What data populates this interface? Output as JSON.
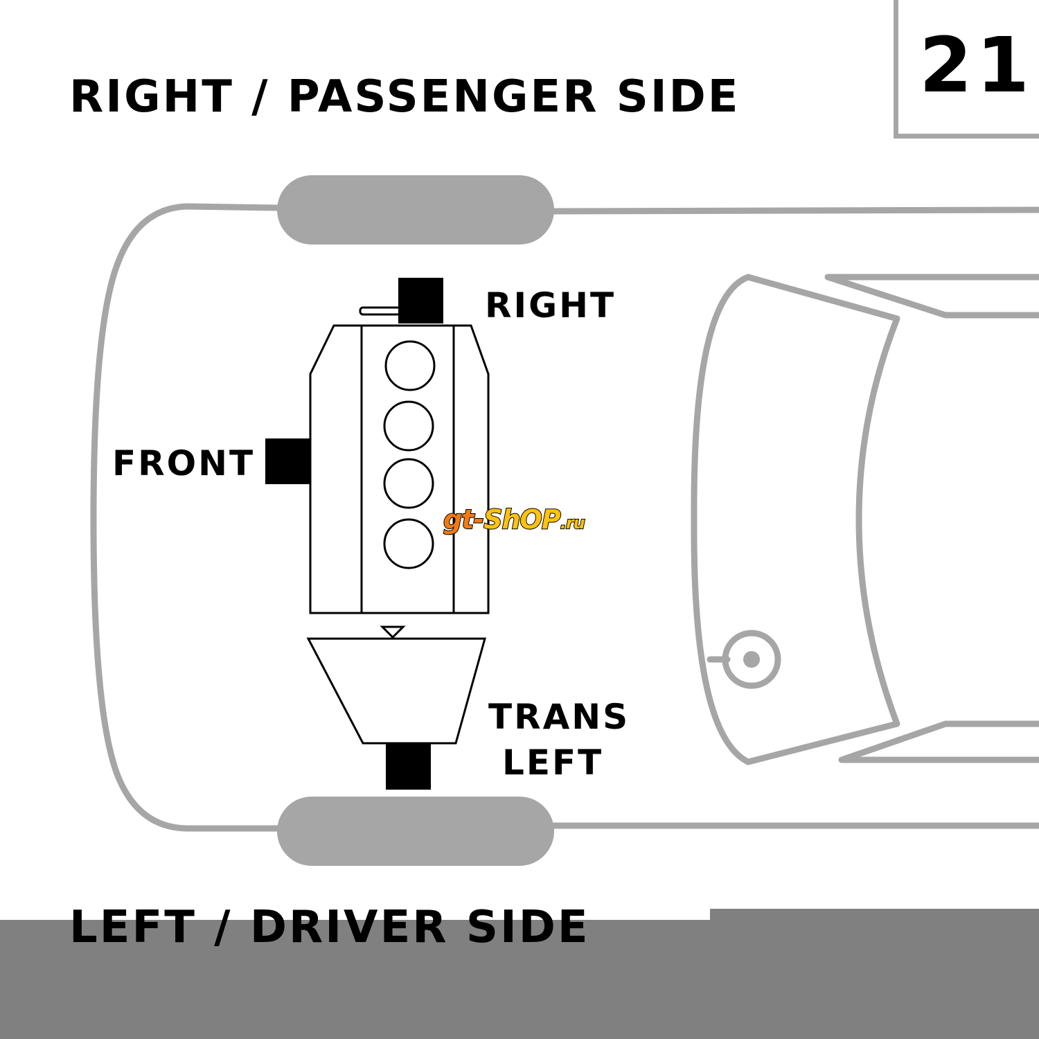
{
  "header": {
    "title": "RIGHT / PASSENGER SIDE",
    "page_number": "21"
  },
  "labels": {
    "right": "RIGHT",
    "front": "FRONT",
    "trans": "TRANS",
    "left": "LEFT",
    "footer": "LEFT / DRIVER SIDE"
  },
  "watermark": {
    "part1": "gt-",
    "part2": "ShOP",
    "part3": ".ru",
    "color1": "#f47a10",
    "color2": "#ffc20e"
  },
  "colors": {
    "outline": "#a6a6a6",
    "mount": "#000000",
    "overlay": "#808080"
  }
}
